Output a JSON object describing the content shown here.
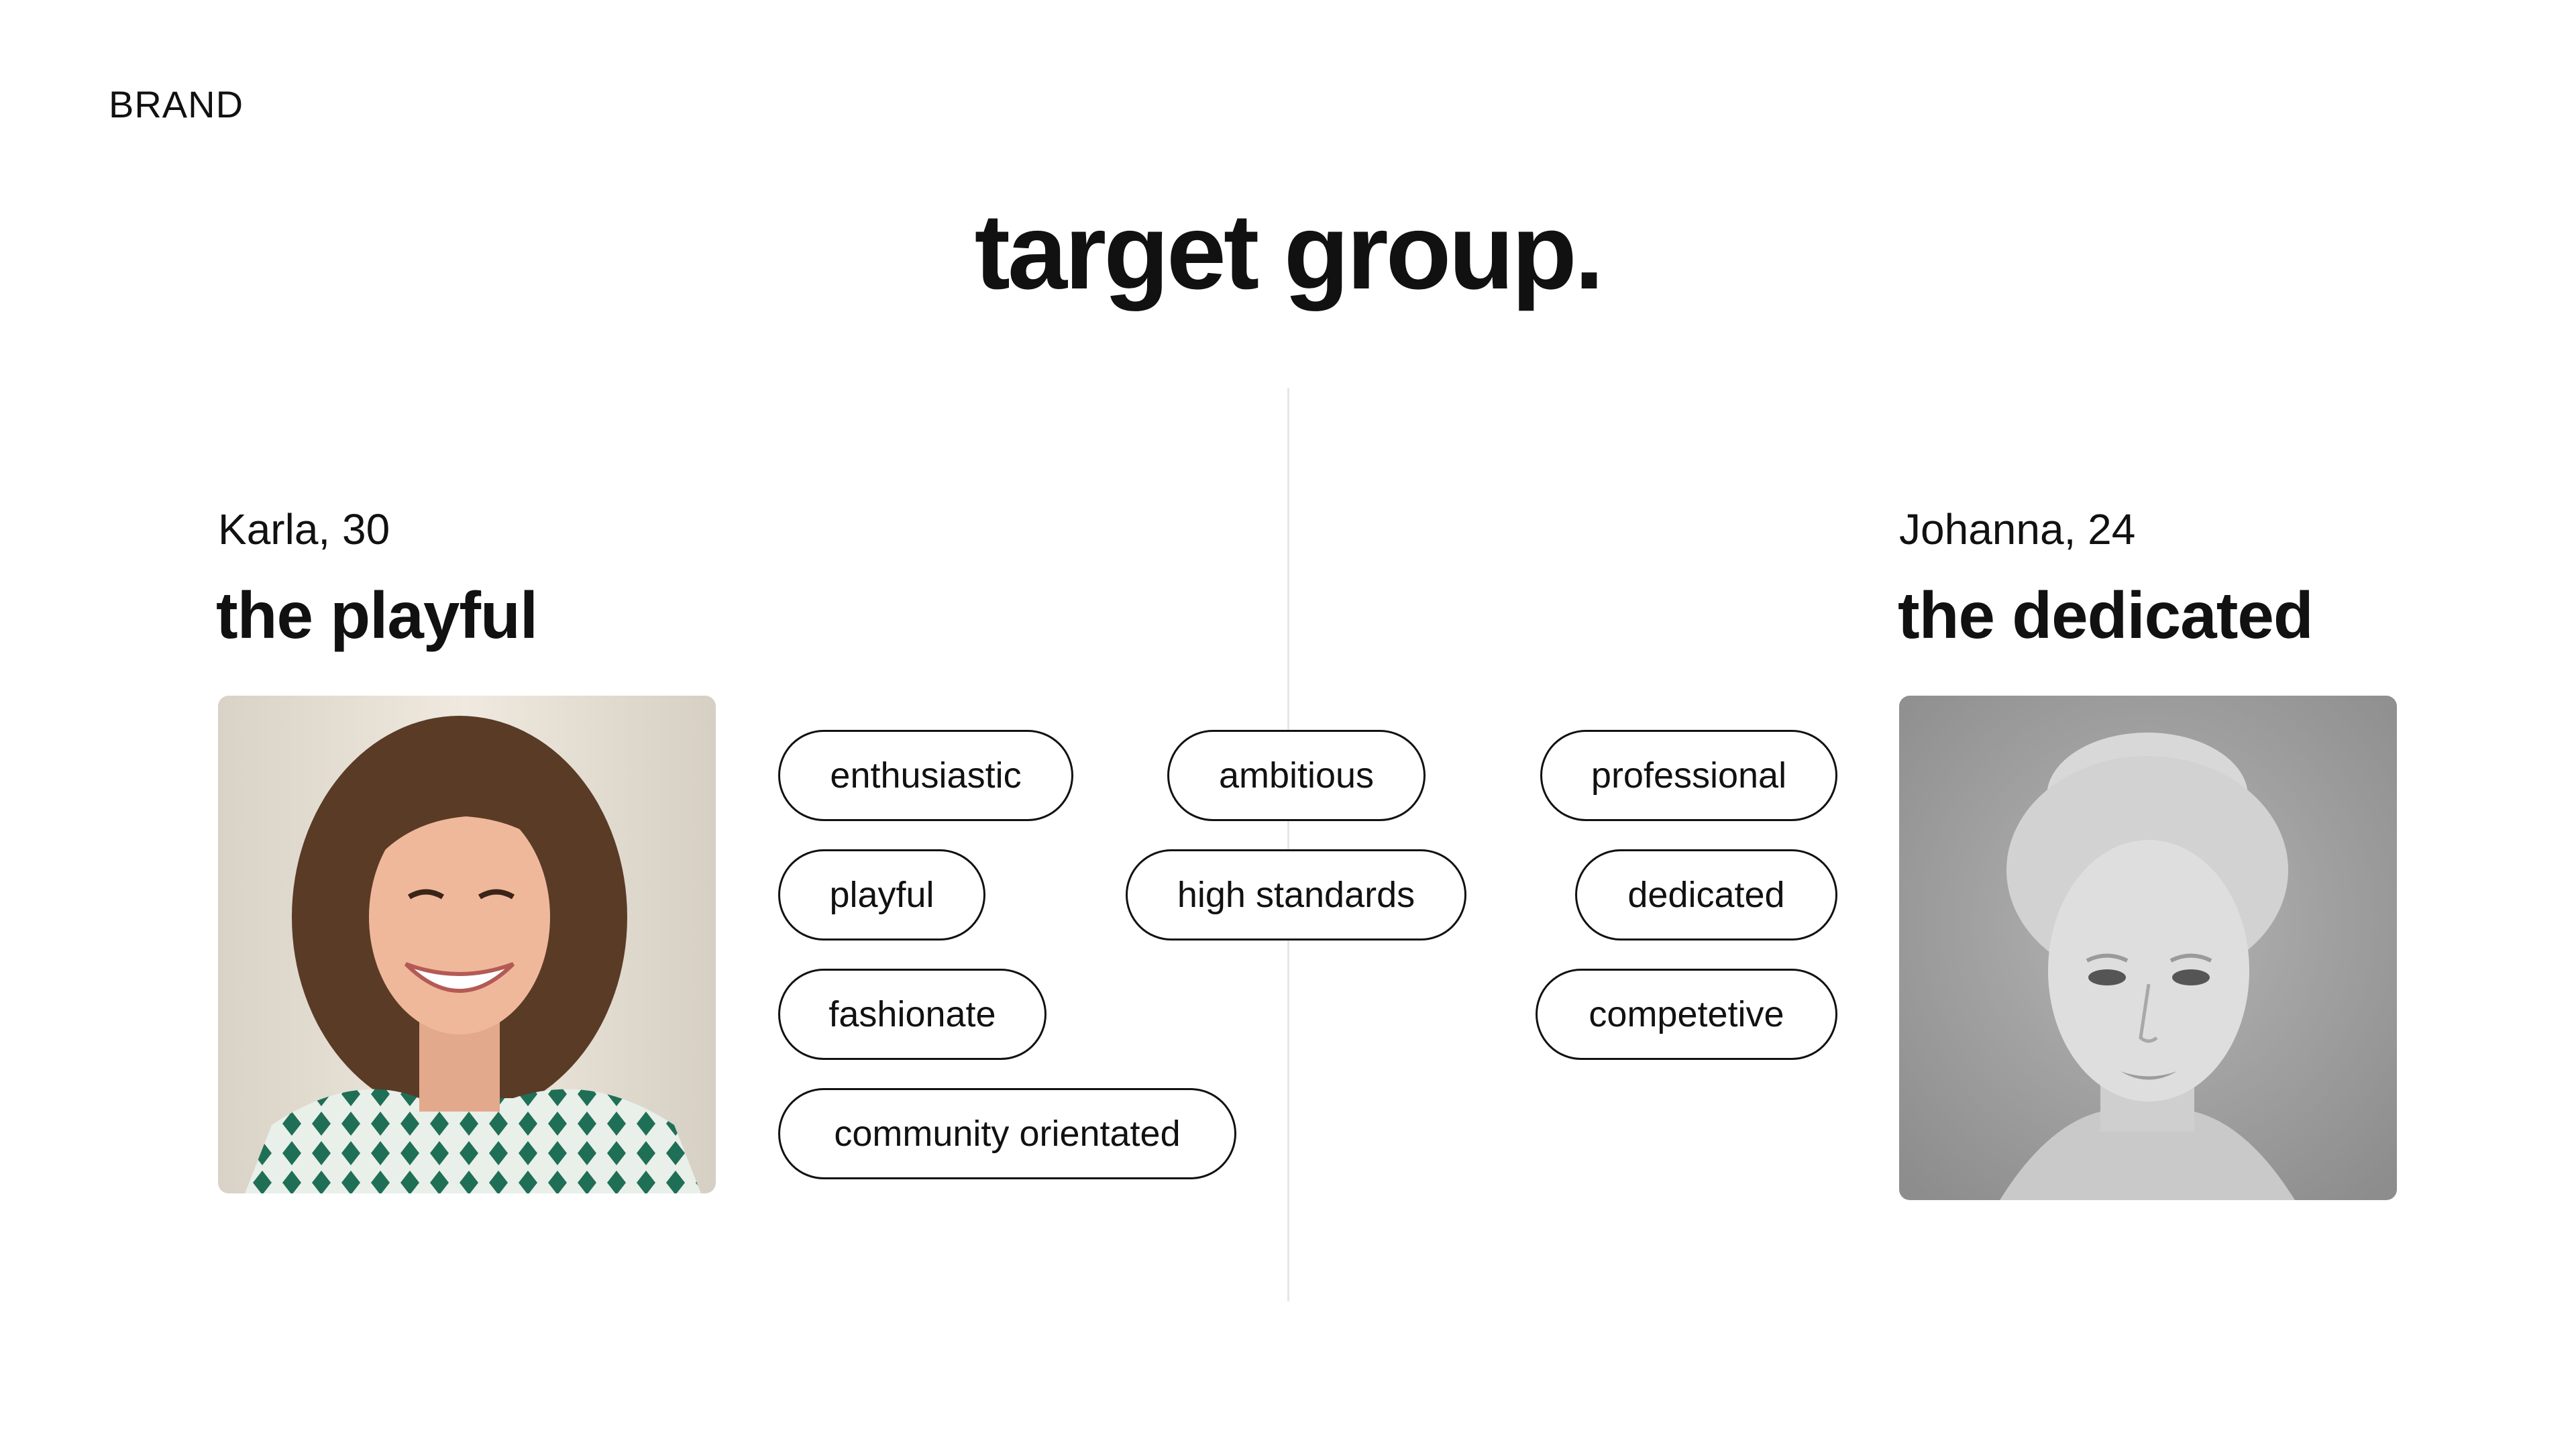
{
  "brand": "BRAND",
  "title": "target group.",
  "personas": [
    {
      "name": "Karla, 30",
      "type": "the playful",
      "photo_icon": "woman-smiling-portrait-photo",
      "tags": [
        "enthusiastic",
        "playful",
        "fashionate",
        "community orientated"
      ]
    },
    {
      "name": "Johanna, 24",
      "type": "the dedicated",
      "photo_icon": "woman-grayscale-portrait-photo",
      "tags": [
        "professional",
        "dedicated",
        "competetive"
      ]
    }
  ],
  "shared_tags": [
    "ambitious",
    "high standards"
  ],
  "colors": {
    "text": "#111111",
    "background": "#ffffff",
    "divider": "#e6e6e6",
    "pattern_green": "#1f6f57"
  }
}
